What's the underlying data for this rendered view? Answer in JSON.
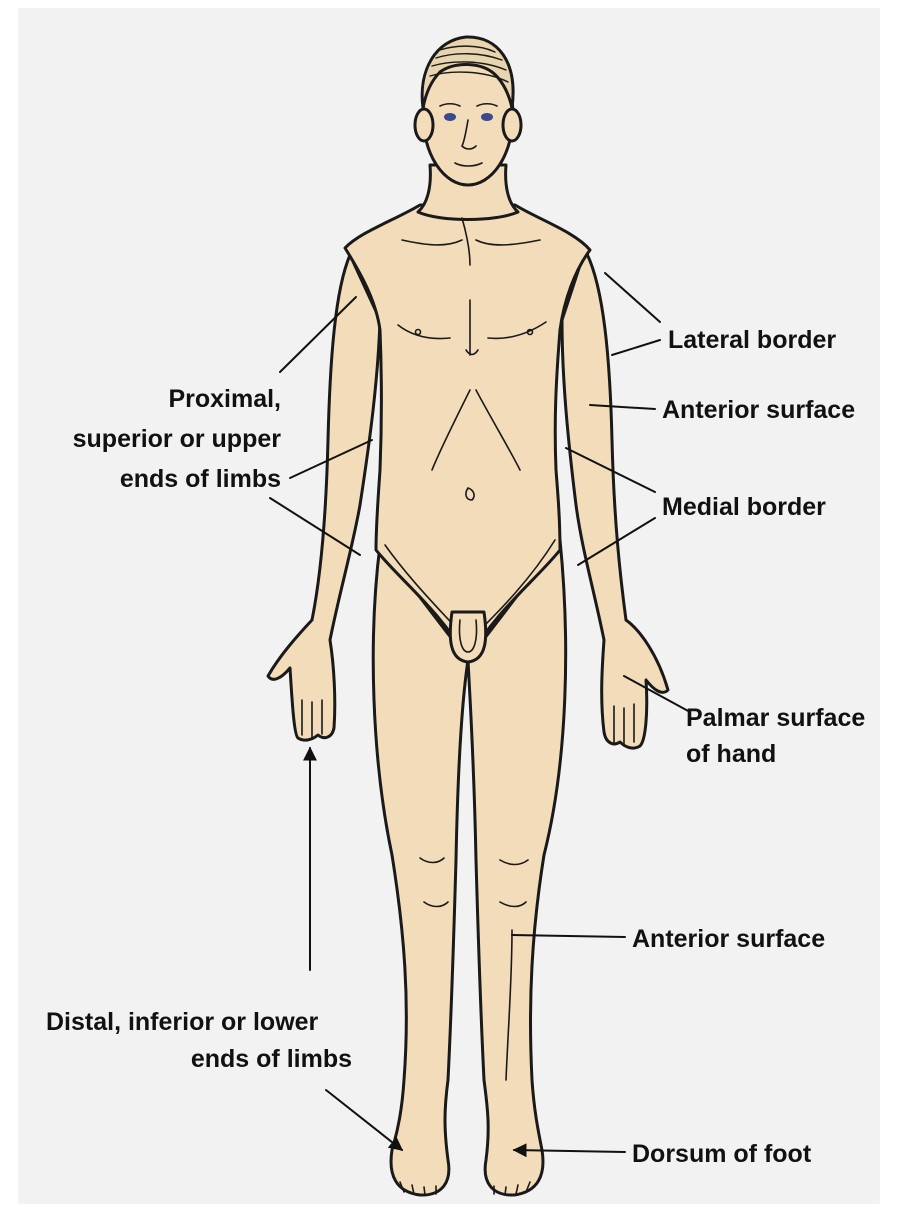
{
  "labels": {
    "lateral_border": "Lateral border",
    "anterior_surface_arm": "Anterior surface",
    "medial_border": "Medial border",
    "palmar_surface_line1": "Palmar surface",
    "palmar_surface_line2": "of hand",
    "proximal_line1": "Proximal,",
    "proximal_line2": "superior or upper",
    "proximal_line3": "ends of limbs",
    "anterior_surface_leg": "Anterior surface",
    "distal_line1": "Distal, inferior or lower",
    "distal_line2": "ends of limbs",
    "dorsum_of_foot": "Dorsum of foot"
  },
  "colors": {
    "skin": "#f3dcb9",
    "outline": "#1a1a1a",
    "panel_background": "#f2f2f2",
    "label_text": "#111111"
  }
}
